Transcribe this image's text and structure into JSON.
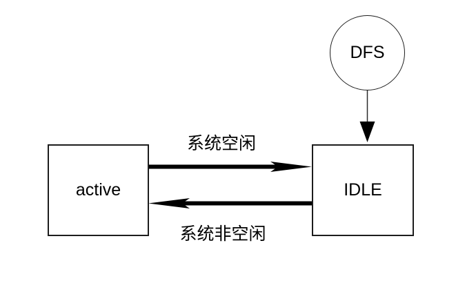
{
  "diagram": {
    "background_color": "#ffffff",
    "line_color": "#000000",
    "nodes": {
      "dfs": {
        "label": "DFS",
        "shape": "circle"
      },
      "active": {
        "label": "active",
        "shape": "rectangle"
      },
      "idle": {
        "label": "IDLE",
        "shape": "rectangle"
      }
    },
    "edges": {
      "dfs_to_idle": {
        "from": "DFS",
        "to": "IDLE",
        "label": ""
      },
      "active_to_idle": {
        "from": "active",
        "to": "IDLE",
        "label": "系统空闲"
      },
      "idle_to_active": {
        "from": "IDLE",
        "to": "active",
        "label": "系统非空闲"
      }
    }
  }
}
